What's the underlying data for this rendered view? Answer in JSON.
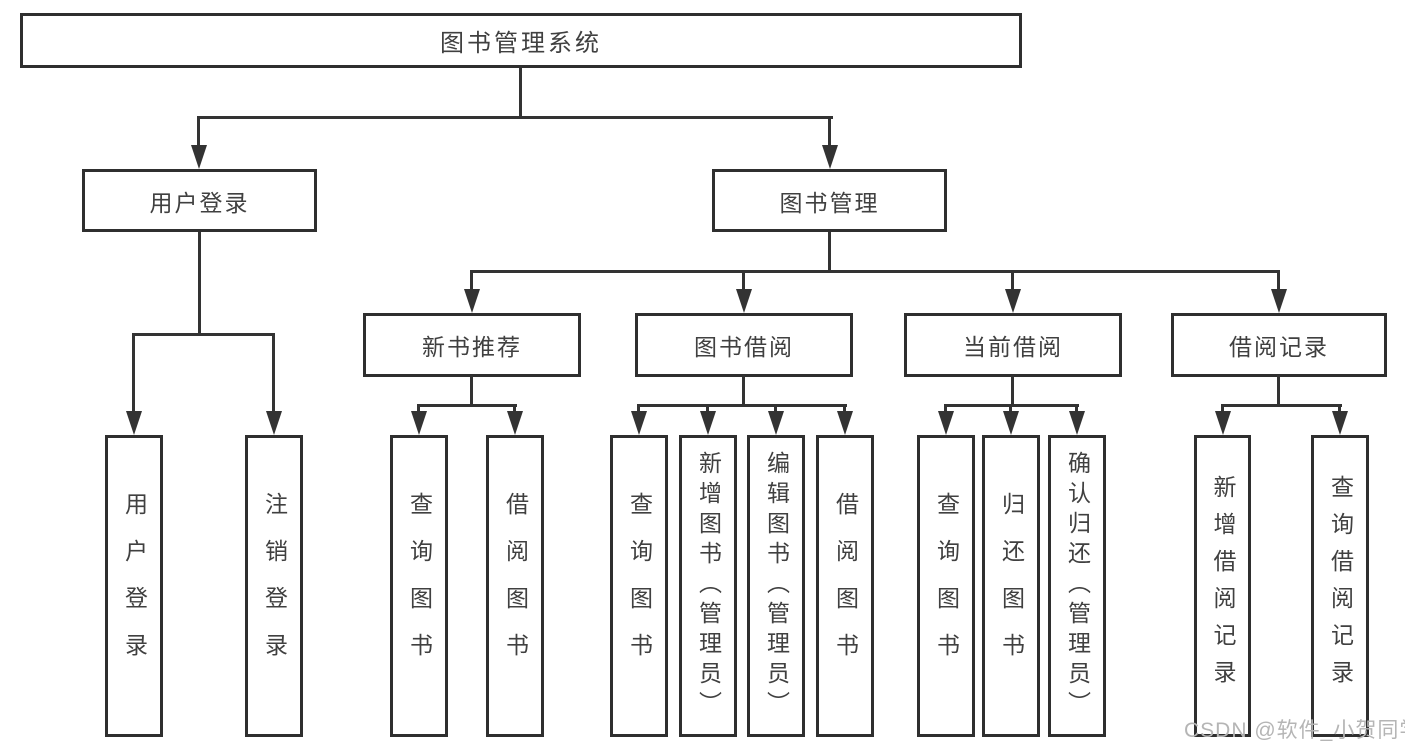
{
  "tree": {
    "label": "图书管理系统",
    "children": [
      {
        "label": "用户登录",
        "children": [
          {
            "label": "用户登录"
          },
          {
            "label": "注销登录"
          }
        ]
      },
      {
        "label": "图书管理",
        "children": [
          {
            "label": "新书推荐",
            "children": [
              {
                "label": "查询图书"
              },
              {
                "label": "借阅图书"
              }
            ]
          },
          {
            "label": "图书借阅",
            "children": [
              {
                "label": "查询图书"
              },
              {
                "label": "新增图书（管理员）"
              },
              {
                "label": "编辑图书（管理员）"
              },
              {
                "label": "借阅图书"
              }
            ]
          },
          {
            "label": "当前借阅",
            "children": [
              {
                "label": "查询图书"
              },
              {
                "label": "归还图书"
              },
              {
                "label": "确认归还（管理员）"
              }
            ]
          },
          {
            "label": "借阅记录",
            "children": [
              {
                "label": "新增借阅记录"
              },
              {
                "label": "查询借阅记录"
              }
            ]
          }
        ]
      }
    ]
  },
  "watermark": "CSDN @软件_小贺同学",
  "colors": {
    "background": "#ffffff",
    "line": "#333333",
    "box_border": "#2f2f2f",
    "text": "#404040",
    "watermark": "#b5b5b5"
  }
}
